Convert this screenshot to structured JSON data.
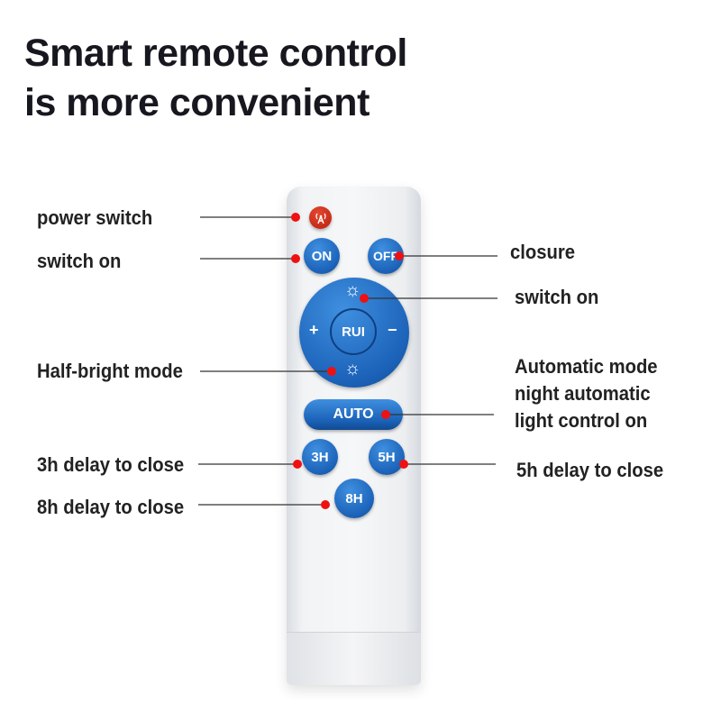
{
  "title": {
    "line1": "Smart remote control",
    "line2": "is more convenient"
  },
  "remote": {
    "buttons": {
      "power": "power-icon",
      "on": "ON",
      "off": "OFF",
      "center": "RUI",
      "plus": "+",
      "minus": "−",
      "brightness_up": "☼",
      "brightness_half": "☼",
      "auto": "AUTO",
      "h3": "3H",
      "h5": "5H",
      "h8": "8H"
    }
  },
  "annotations": {
    "power_switch": "power switch",
    "switch_on_left": "switch on",
    "half_bright": "Half-bright mode",
    "delay_3h": "3h delay to close",
    "delay_8h": "8h delay to close",
    "closure": "closure",
    "switch_on_right": "switch on",
    "auto_line1": "Automatic mode",
    "auto_line2": "night automatic",
    "auto_line3": "light control on",
    "delay_5h": "5h delay to close"
  },
  "colors": {
    "button_blue": "#1b62b8",
    "power_red": "#c52a16",
    "marker_red": "#ee1111"
  }
}
